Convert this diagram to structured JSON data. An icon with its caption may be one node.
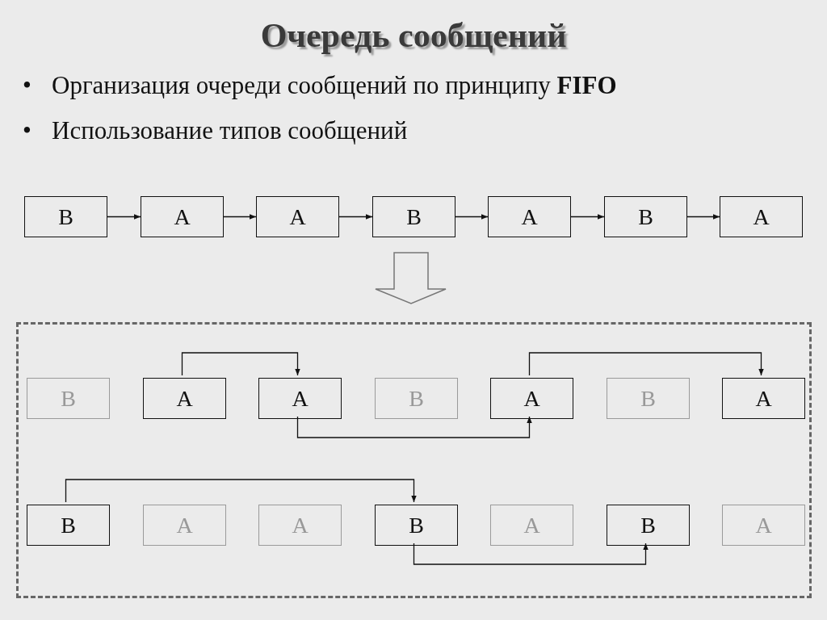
{
  "diagram": {
    "title": "Очередь сообщений",
    "nodes": [
      {
        "text": [
          "B"
        ]
      },
      {
        "text": [
          "A"
        ]
      },
      {
        "text": [
          "A"
        ]
      },
      {
        "text": [
          "B"
        ]
      },
      {
        "text": [
          "A"
        ]
      },
      {
        "text": [
          "B"
        ]
      },
      {
        "text": [
          "A"
        ]
      },
      {
        "text": [],
        "shape": "box"
      },
      {
        "text": [
          "B"
        ],
        "in": 7
      },
      {
        "text": [
          "A"
        ],
        "in": 7
      },
      {
        "text": [
          "A"
        ],
        "in": 7
      },
      {
        "text": [
          "B"
        ],
        "in": 7
      },
      {
        "text": [
          "A"
        ],
        "in": 7
      },
      {
        "text": [
          "B"
        ],
        "in": 7
      },
      {
        "text": [
          "A"
        ],
        "in": 7
      },
      {
        "text": [
          "B"
        ],
        "in": 7
      },
      {
        "text": [
          "A"
        ],
        "in": 7
      },
      {
        "text": [
          "A"
        ],
        "in": 7
      },
      {
        "text": [
          "B"
        ],
        "in": 7
      },
      {
        "text": [
          "A"
        ],
        "in": 7
      },
      {
        "text": [
          "B"
        ],
        "in": 7
      },
      {
        "text": [
          "A"
        ],
        "in": 7
      }
    ],
    "edges": [
      {
        "from": 0,
        "to": 1,
        "arrow": "to"
      },
      {
        "from": 1,
        "to": 2,
        "arrow": "to"
      },
      {
        "from": 2,
        "to": 3,
        "arrow": "to"
      },
      {
        "from": 3,
        "to": 4,
        "arrow": "to"
      },
      {
        "from": 4,
        "to": 5,
        "arrow": "to"
      },
      {
        "from": 5,
        "to": 6,
        "arrow": "to"
      },
      {
        "from": 9,
        "to": 10,
        "arrow": "to"
      },
      {
        "from": 10,
        "to": 12,
        "arrow": "to"
      },
      {
        "from": 12,
        "to": 14,
        "arrow": "to"
      },
      {
        "from": 15,
        "to": 18,
        "arrow": "to"
      },
      {
        "from": 18,
        "to": 20,
        "arrow": "to"
      }
    ],
    "labels": [
      "•",
      "Организация очереди сообщений по принципу **FIFO**",
      "•",
      "Использование типов сообщений"
    ]
  }
}
